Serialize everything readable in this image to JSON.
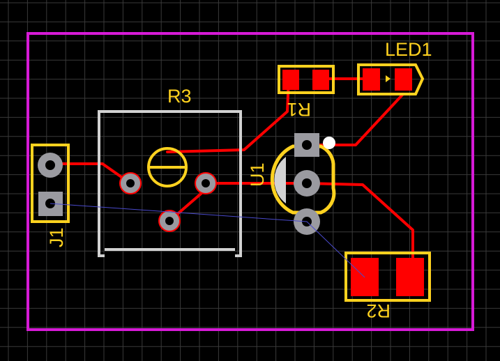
{
  "colors": {
    "background": "#000000",
    "grid": "#3a3a3a",
    "board_outline": "#d61ad6",
    "silkscreen": "#ffd21f",
    "component_body": "#d2d2d2",
    "copper": "#ff0000",
    "pad_hole_ring": "#9a9aa0",
    "drill_hole": "#000000",
    "via_pad": "#a8a8b0",
    "ratsnest": "#4a4acc"
  },
  "components": {
    "r1": {
      "designator": "R1"
    },
    "r2": {
      "designator": "R2"
    },
    "r3": {
      "designator": "R3"
    },
    "u1": {
      "designator": "U1"
    },
    "j1": {
      "designator": "J1"
    },
    "led1": {
      "designator": "LED1"
    }
  }
}
